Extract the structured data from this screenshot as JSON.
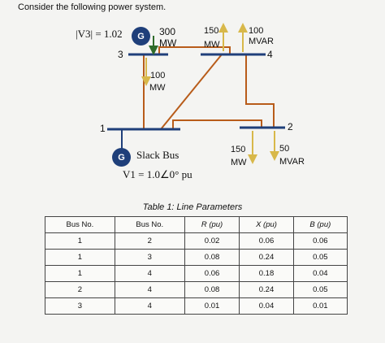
{
  "prompt": "Consider the following power system.",
  "diagram": {
    "bus3": {
      "number": "3",
      "voltage_spec": "|V3| = 1.02",
      "generator_label": "G",
      "gen_p": "300",
      "gen_p_unit": "MW",
      "load_p": "100",
      "load_p_unit": "MW"
    },
    "bus4": {
      "number": "4",
      "load_p": "150",
      "load_p_unit": "MW",
      "load_q": "100",
      "load_q_unit": "MVAR"
    },
    "bus1": {
      "number": "1",
      "generator_label": "G",
      "slack_label": "Slack Bus",
      "voltage_spec": "V1 = 1.0∠0° pu"
    },
    "bus2": {
      "number": "2",
      "load_p": "150",
      "load_p_unit": "MW",
      "load_q": "50",
      "load_q_unit": "MVAR"
    },
    "colors": {
      "bus_bar": "#1f3f7a",
      "line": "#b85c1a",
      "load_arrow": "#d8b84a",
      "gen_arrow": "#2f6b2a"
    }
  },
  "table": {
    "caption": "Table 1: Line Parameters",
    "headers": [
      "Bus No.",
      "Bus No.",
      "R (pu)",
      "X (pu)",
      "B (pu)"
    ],
    "rows": [
      [
        "1",
        "2",
        "0.02",
        "0.06",
        "0.06"
      ],
      [
        "1",
        "3",
        "0.08",
        "0.24",
        "0.05"
      ],
      [
        "1",
        "4",
        "0.06",
        "0.18",
        "0.04"
      ],
      [
        "2",
        "4",
        "0.08",
        "0.24",
        "0.05"
      ],
      [
        "3",
        "4",
        "0.01",
        "0.04",
        "0.01"
      ]
    ]
  }
}
